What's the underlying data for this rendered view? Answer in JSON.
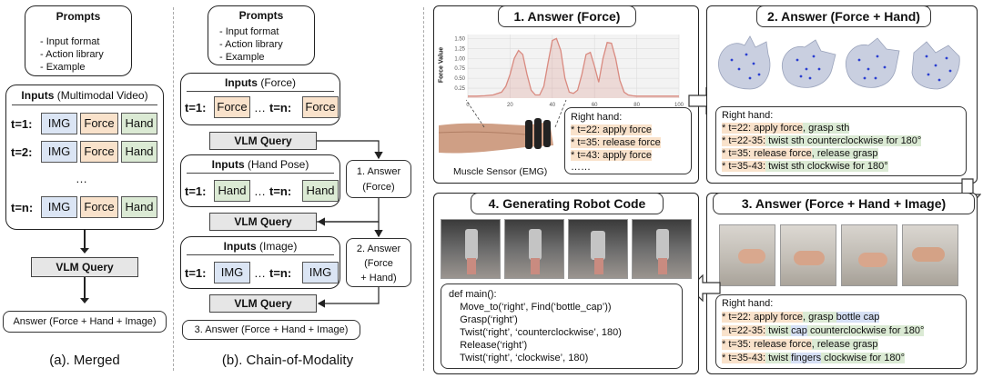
{
  "merged": {
    "prompts_title": "Prompts",
    "prompts_items": [
      "- Input format",
      "- Action library",
      "- Example"
    ],
    "inputs_title": "Inputs",
    "inputs_sub": "(Multimodal Video)",
    "rows": [
      "t=1:",
      "t=2:",
      "t=n:"
    ],
    "cells": [
      "IMG",
      "Force",
      "Hand"
    ],
    "ellipsis": "…",
    "query": "VLM Query",
    "answer": "Answer (Force + Hand + Image)",
    "caption": "(a). Merged"
  },
  "chain": {
    "prompts_title": "Prompts",
    "prompts_items": [
      "- Input format",
      "- Action library",
      "- Example"
    ],
    "inputs1_title": "Inputs",
    "inputs1_sub": "(Force)",
    "inputs2_title": "Inputs",
    "inputs2_sub": "(Hand Pose)",
    "inputs3_title": "Inputs",
    "inputs3_sub": "(Image)",
    "t1": "t=1:",
    "tn": "t=n:",
    "dots": "…",
    "force": "Force",
    "hand": "Hand",
    "img": "IMG",
    "query": "VLM Query",
    "answer1": "1. Answer\n(Force)",
    "answer2": "2. Answer\n(Force\n+ Hand)",
    "answer3": "3. Answer (Force + Hand + Image)",
    "caption": "(b). Chain-of-Modality"
  },
  "panel1": {
    "title": "1. Answer (Force)",
    "ylabel": "Force Value",
    "sensor_label": "Muscle Sensor (EMG)",
    "header": "Right hand:",
    "lines": [
      "* t=22: apply force",
      "* t=35: release force",
      "* t=43: apply force",
      "……"
    ]
  },
  "panel2": {
    "title": "2. Answer (Force + Hand)",
    "header": "Right hand:",
    "lines": [
      {
        "f": "* t=22: apply force",
        "h": ", grasp sth"
      },
      {
        "f": "* t=22-35:",
        "h": " twist sth counterclockwise for 180°"
      },
      {
        "f": "* t=35: release force",
        "h": ", release grasp"
      },
      {
        "f": "* t=35-43:",
        "h": " twist sth clockwise for 180°"
      }
    ]
  },
  "panel3": {
    "title": "3. Answer (Force + Hand + Image)",
    "header": "Right hand:",
    "l1": [
      "* t=22: apply force",
      ", grasp ",
      "bottle cap"
    ],
    "l2": [
      "* t=22-35:",
      " twist ",
      "cap",
      " counterclockwise for 180°"
    ],
    "l3": [
      "* t=35: release force",
      ", release grasp"
    ],
    "l4": [
      "* t=35-43:",
      " twist ",
      "fingers",
      " clockwise for 180°"
    ]
  },
  "panel4": {
    "title": "4. Generating Robot Code",
    "code": [
      "def main():",
      "    Move_to(‘right’, Find(‘bottle_cap’))",
      "    Grasp(‘right’)",
      "    Twist(‘right’, ‘counterclockwise’, 180)",
      "    Release(‘right’)",
      "    Twist(‘right’, ‘clockwise’, 180)"
    ]
  },
  "chart_data": {
    "type": "line",
    "title": "",
    "xlabel": "",
    "ylabel": "Force Value",
    "x_ticks": [
      0,
      20,
      40,
      60,
      80,
      100
    ],
    "y_ticks": [
      0.25,
      0.5,
      0.75,
      1.0,
      1.25,
      1.5
    ],
    "xlim": [
      0,
      100
    ],
    "ylim": [
      0,
      1.6
    ],
    "x": [
      0,
      4,
      8,
      12,
      16,
      18,
      20,
      22,
      24,
      26,
      28,
      30,
      32,
      34,
      36,
      38,
      40,
      42,
      44,
      46,
      48,
      50,
      52,
      54,
      56,
      58,
      60,
      62,
      64,
      66,
      68,
      70,
      72,
      74,
      76,
      78,
      80,
      84,
      88,
      92,
      96,
      100
    ],
    "y": [
      0.05,
      0.05,
      0.06,
      0.08,
      0.15,
      0.3,
      0.6,
      1.0,
      1.2,
      1.1,
      0.6,
      0.2,
      0.08,
      0.08,
      0.3,
      0.9,
      1.45,
      1.5,
      1.2,
      0.5,
      0.15,
      0.12,
      0.2,
      0.6,
      1.1,
      1.15,
      0.8,
      0.4,
      1.0,
      1.4,
      1.38,
      1.0,
      0.45,
      0.15,
      0.08,
      0.06,
      0.05,
      0.05,
      0.05,
      0.05,
      0.05,
      0.05
    ],
    "grid": true,
    "color": "#d98a80"
  },
  "colors": {
    "img": "#dbe5f4",
    "force": "#f9e2cb",
    "hand": "#dbead4",
    "query": "#e6e6e6"
  }
}
